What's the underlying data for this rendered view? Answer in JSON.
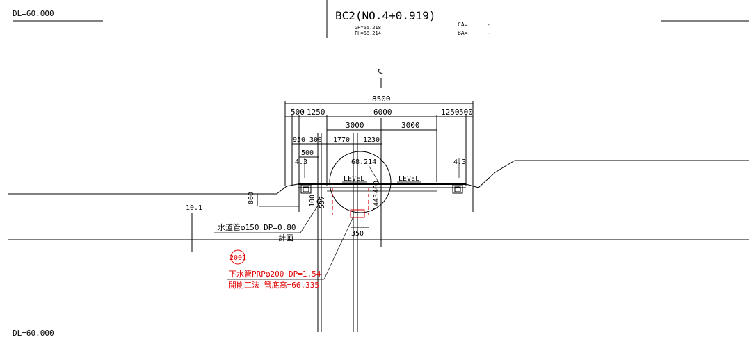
{
  "header": {
    "dl_top": "DL=60.000",
    "dl_bottom": "DL=60.000",
    "station": "BC2(NO.4+0.919)",
    "gh": "GH=65.218",
    "fh": "FH=68.214",
    "ca_label": "CA=",
    "ca_value": "-",
    "ba_label": "BA=",
    "ba_value": "-"
  },
  "centerline_symbol": "℄",
  "dimensions": {
    "total": "8500",
    "left_outer": "500",
    "left_sidewalk": "1250",
    "carriageway": "6000",
    "right_sidewalk": "1250",
    "right_outer": "500",
    "left_lane": "3000",
    "right_lane": "3000",
    "d950": "950",
    "d300": "300",
    "d1770": "1770",
    "d1230": "1230",
    "d500": "500",
    "slope_left": "4.3",
    "slope_right": "4.3",
    "elevation": "68.214",
    "level_left": "LEVEL",
    "level_right": "LEVEL",
    "d800": "800",
    "d100": "100",
    "d537": "537",
    "d1443": "1443",
    "d400": "400",
    "d350": "350",
    "d10_1": "10.1"
  },
  "annotations": {
    "water_pipe": "水道管φ150 DP=0.80",
    "plan": "計画",
    "sewer_id": "2001",
    "sewer_pipe": "下水管PRPφ200 DP=1.54",
    "sewer_method": "開削工法 管底高=66.335"
  },
  "colors": {
    "line": "#000000",
    "sewer": "#e00000",
    "background": "#ffffff"
  }
}
